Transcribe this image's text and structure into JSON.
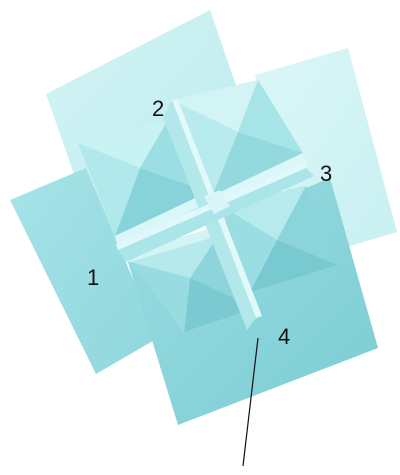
{
  "labels": {
    "one": "1",
    "two": "2",
    "three": "3",
    "four": "4"
  },
  "colors": {
    "background": "#ffffff",
    "panel_light": "#c9f1f2",
    "panel_mid": "#a8e4e8",
    "panel_dark": "#86d1d8",
    "ridge_light": "#d4f5f6",
    "ridge_dark": "#6cc2ca",
    "leader_line": "#111111",
    "label_text": "#111111"
  }
}
